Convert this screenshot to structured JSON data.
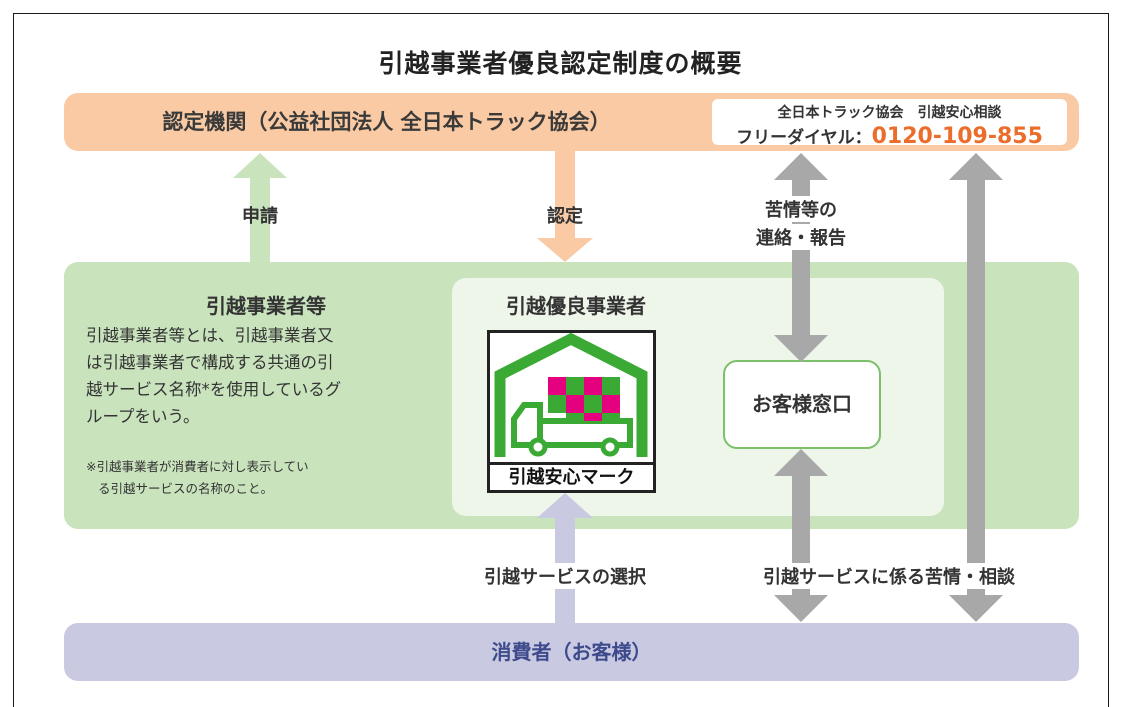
{
  "title": "引越事業者優良認定制度の概要",
  "certifier": {
    "label": "認定機関（公益社団法人 全日本トラック協会）",
    "hotline_line1": "全日本トラック協会　引越安心相談",
    "hotline_prefix": "フリーダイヤル：",
    "hotline_number": "0120-109-855"
  },
  "arrows": {
    "apply": "申請",
    "certify": "認定",
    "complaint_line1": "苦情等の",
    "complaint_line2": "連絡・報告",
    "select_service": "引越サービスの選択",
    "consult": "引越サービスに係る苦情・相談"
  },
  "operators": {
    "title": "引越事業者等",
    "desc": [
      "引越事業者等とは、引越事業者又",
      "は引越事業者で構成する共通の引",
      "越サービス名称*を使用しているグ",
      "ループをいう。"
    ],
    "note": [
      "※引越事業者が消費者に対し表示してい",
      "る引越サービスの名称のこと。"
    ]
  },
  "excellent": {
    "title": "引越優良事業者",
    "mark_label": "引越安心マーク",
    "window": "お客様窓口"
  },
  "consumer": {
    "label": "消費者（お客様）"
  },
  "colors": {
    "orange_band": "#f9caa4",
    "green_band": "#c9e3bd",
    "purple_band": "#c9c9e1",
    "hotline_number": "#ec6d2b",
    "mark_green": "#3aaa35",
    "mark_magenta": "#e4007f"
  }
}
